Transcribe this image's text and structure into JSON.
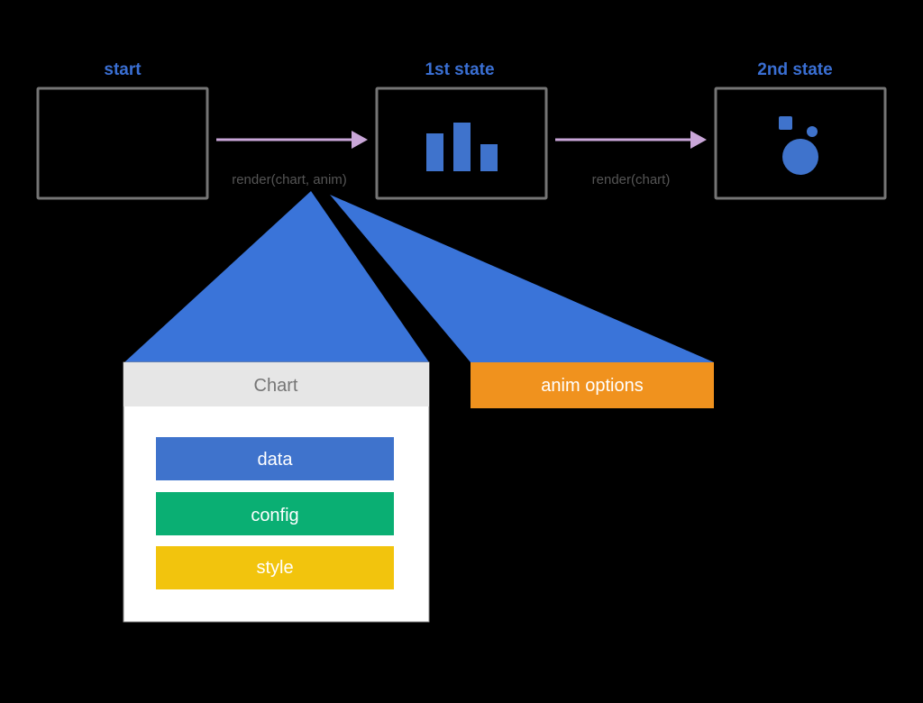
{
  "stages": [
    {
      "title": "start",
      "content": "empty"
    },
    {
      "title": "1st state",
      "content": "bars"
    },
    {
      "title": "2nd state",
      "content": "bubbles"
    }
  ],
  "transitions": [
    {
      "call": "render(chart, anim)"
    },
    {
      "call": "render(chart)"
    }
  ],
  "chart_panel": {
    "header": "Chart",
    "rows": [
      {
        "label": "data",
        "color": "#3f73cc"
      },
      {
        "label": "config",
        "color": "#0aaf73"
      },
      {
        "label": "style",
        "color": "#f2c40d"
      }
    ]
  },
  "anim_options": {
    "label": "anim options",
    "color": "#f0921e"
  },
  "colors": {
    "background": "#000000",
    "stage_border": "#757575",
    "stage_title": "#3a6fd3",
    "arrow": "#c9a6d8",
    "wedge": "#3a74d9",
    "panel_header_bg": "#e6e6e6",
    "panel_header_text": "#757575",
    "panel_body": "#ffffff",
    "icon": "#3f73cc",
    "call_text": "#555555"
  }
}
